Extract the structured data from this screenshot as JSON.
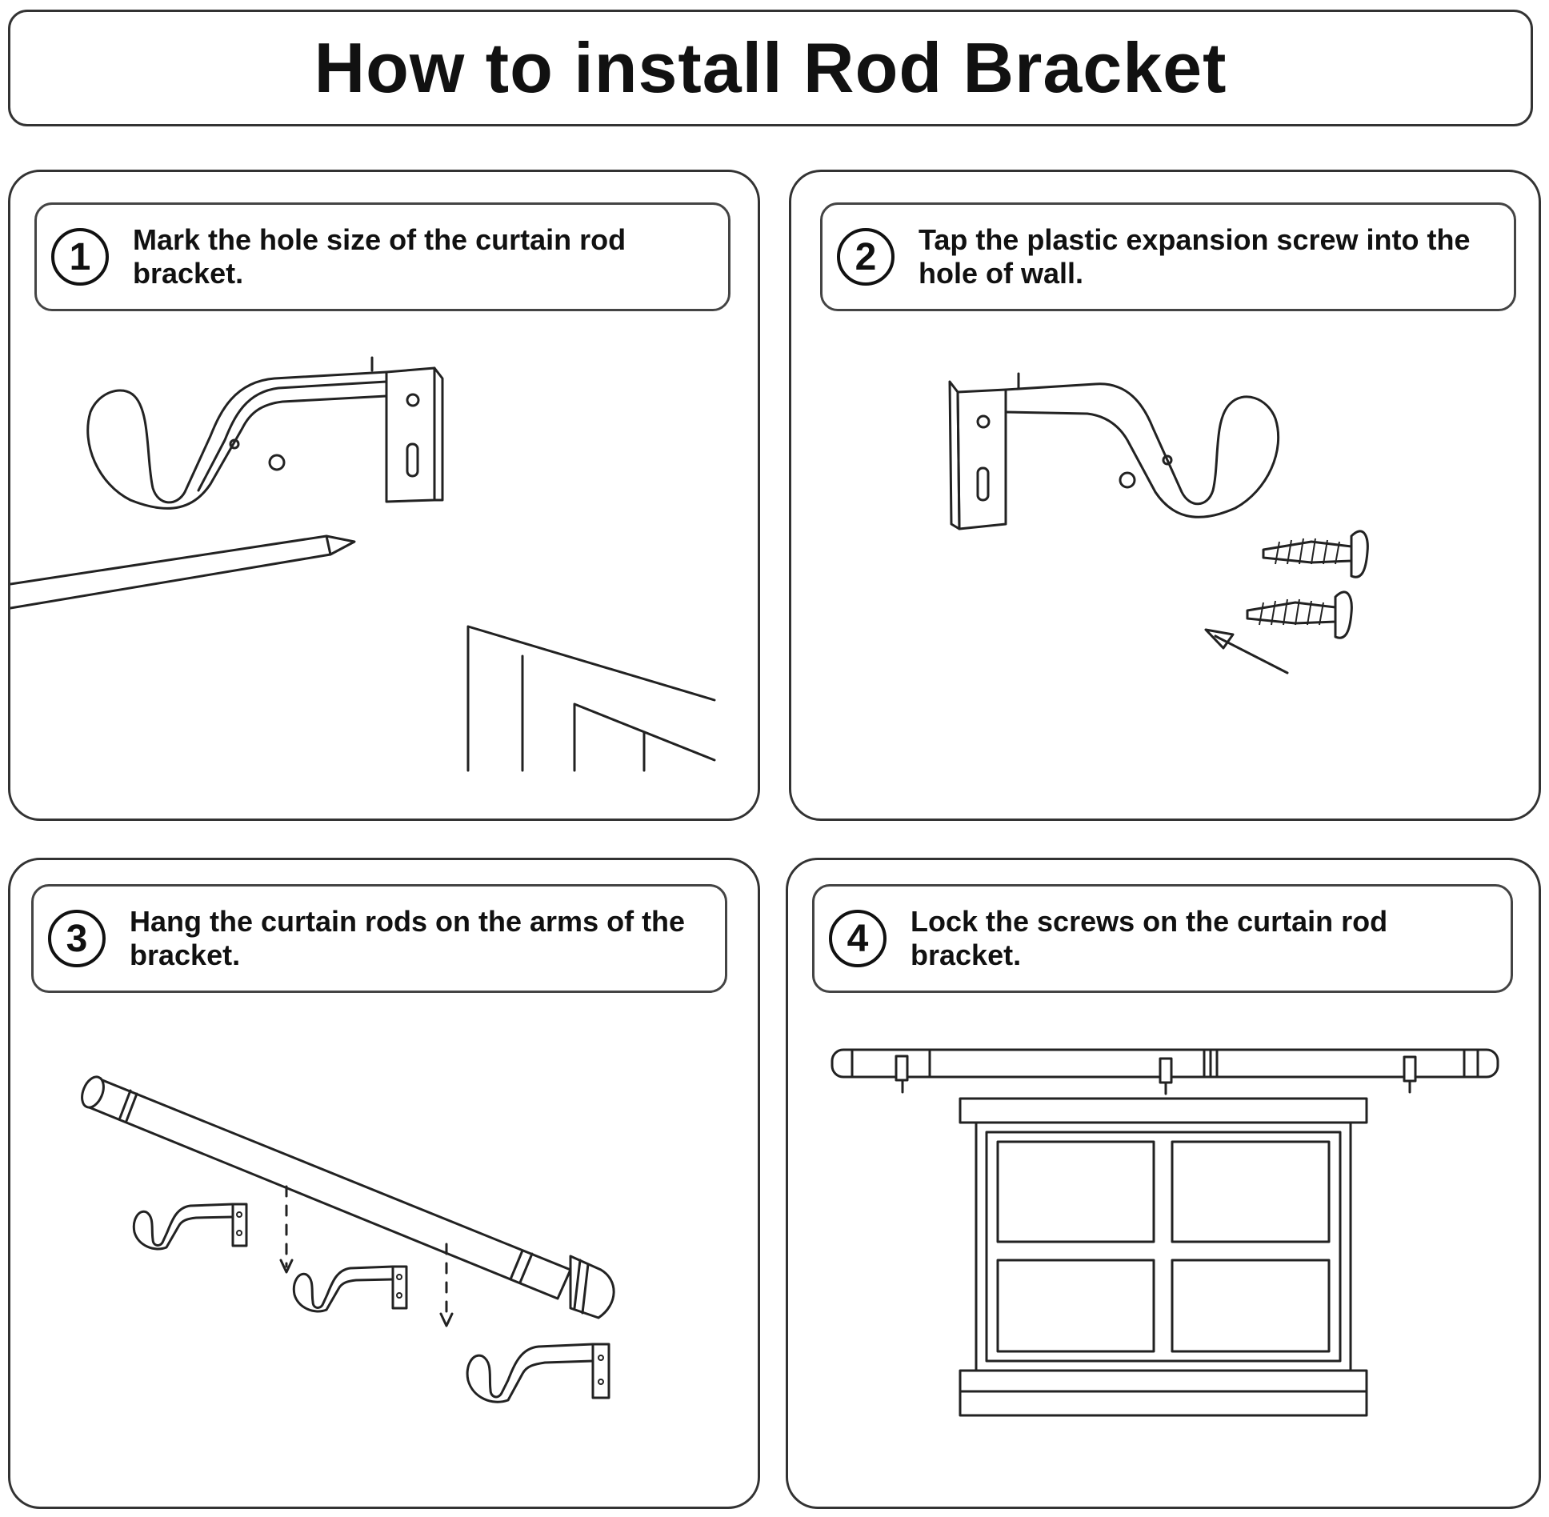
{
  "title": "How to install Rod Bracket",
  "steps": [
    {
      "number": "1",
      "text": "Mark the hole size of the curtain rod bracket."
    },
    {
      "number": "2",
      "text": "Tap the plastic expansion screw into the hole of wall."
    },
    {
      "number": "3",
      "text": "Hang the curtain rods on the arms of the bracket."
    },
    {
      "number": "4",
      "text": "Lock the screws on the curtain rod bracket."
    }
  ],
  "icons": [
    "curtain-rod-bracket-icon",
    "pencil-icon",
    "window-frame-icon",
    "expansion-screw-icon",
    "arrow-icon",
    "curtain-rod-icon",
    "window-icon"
  ]
}
